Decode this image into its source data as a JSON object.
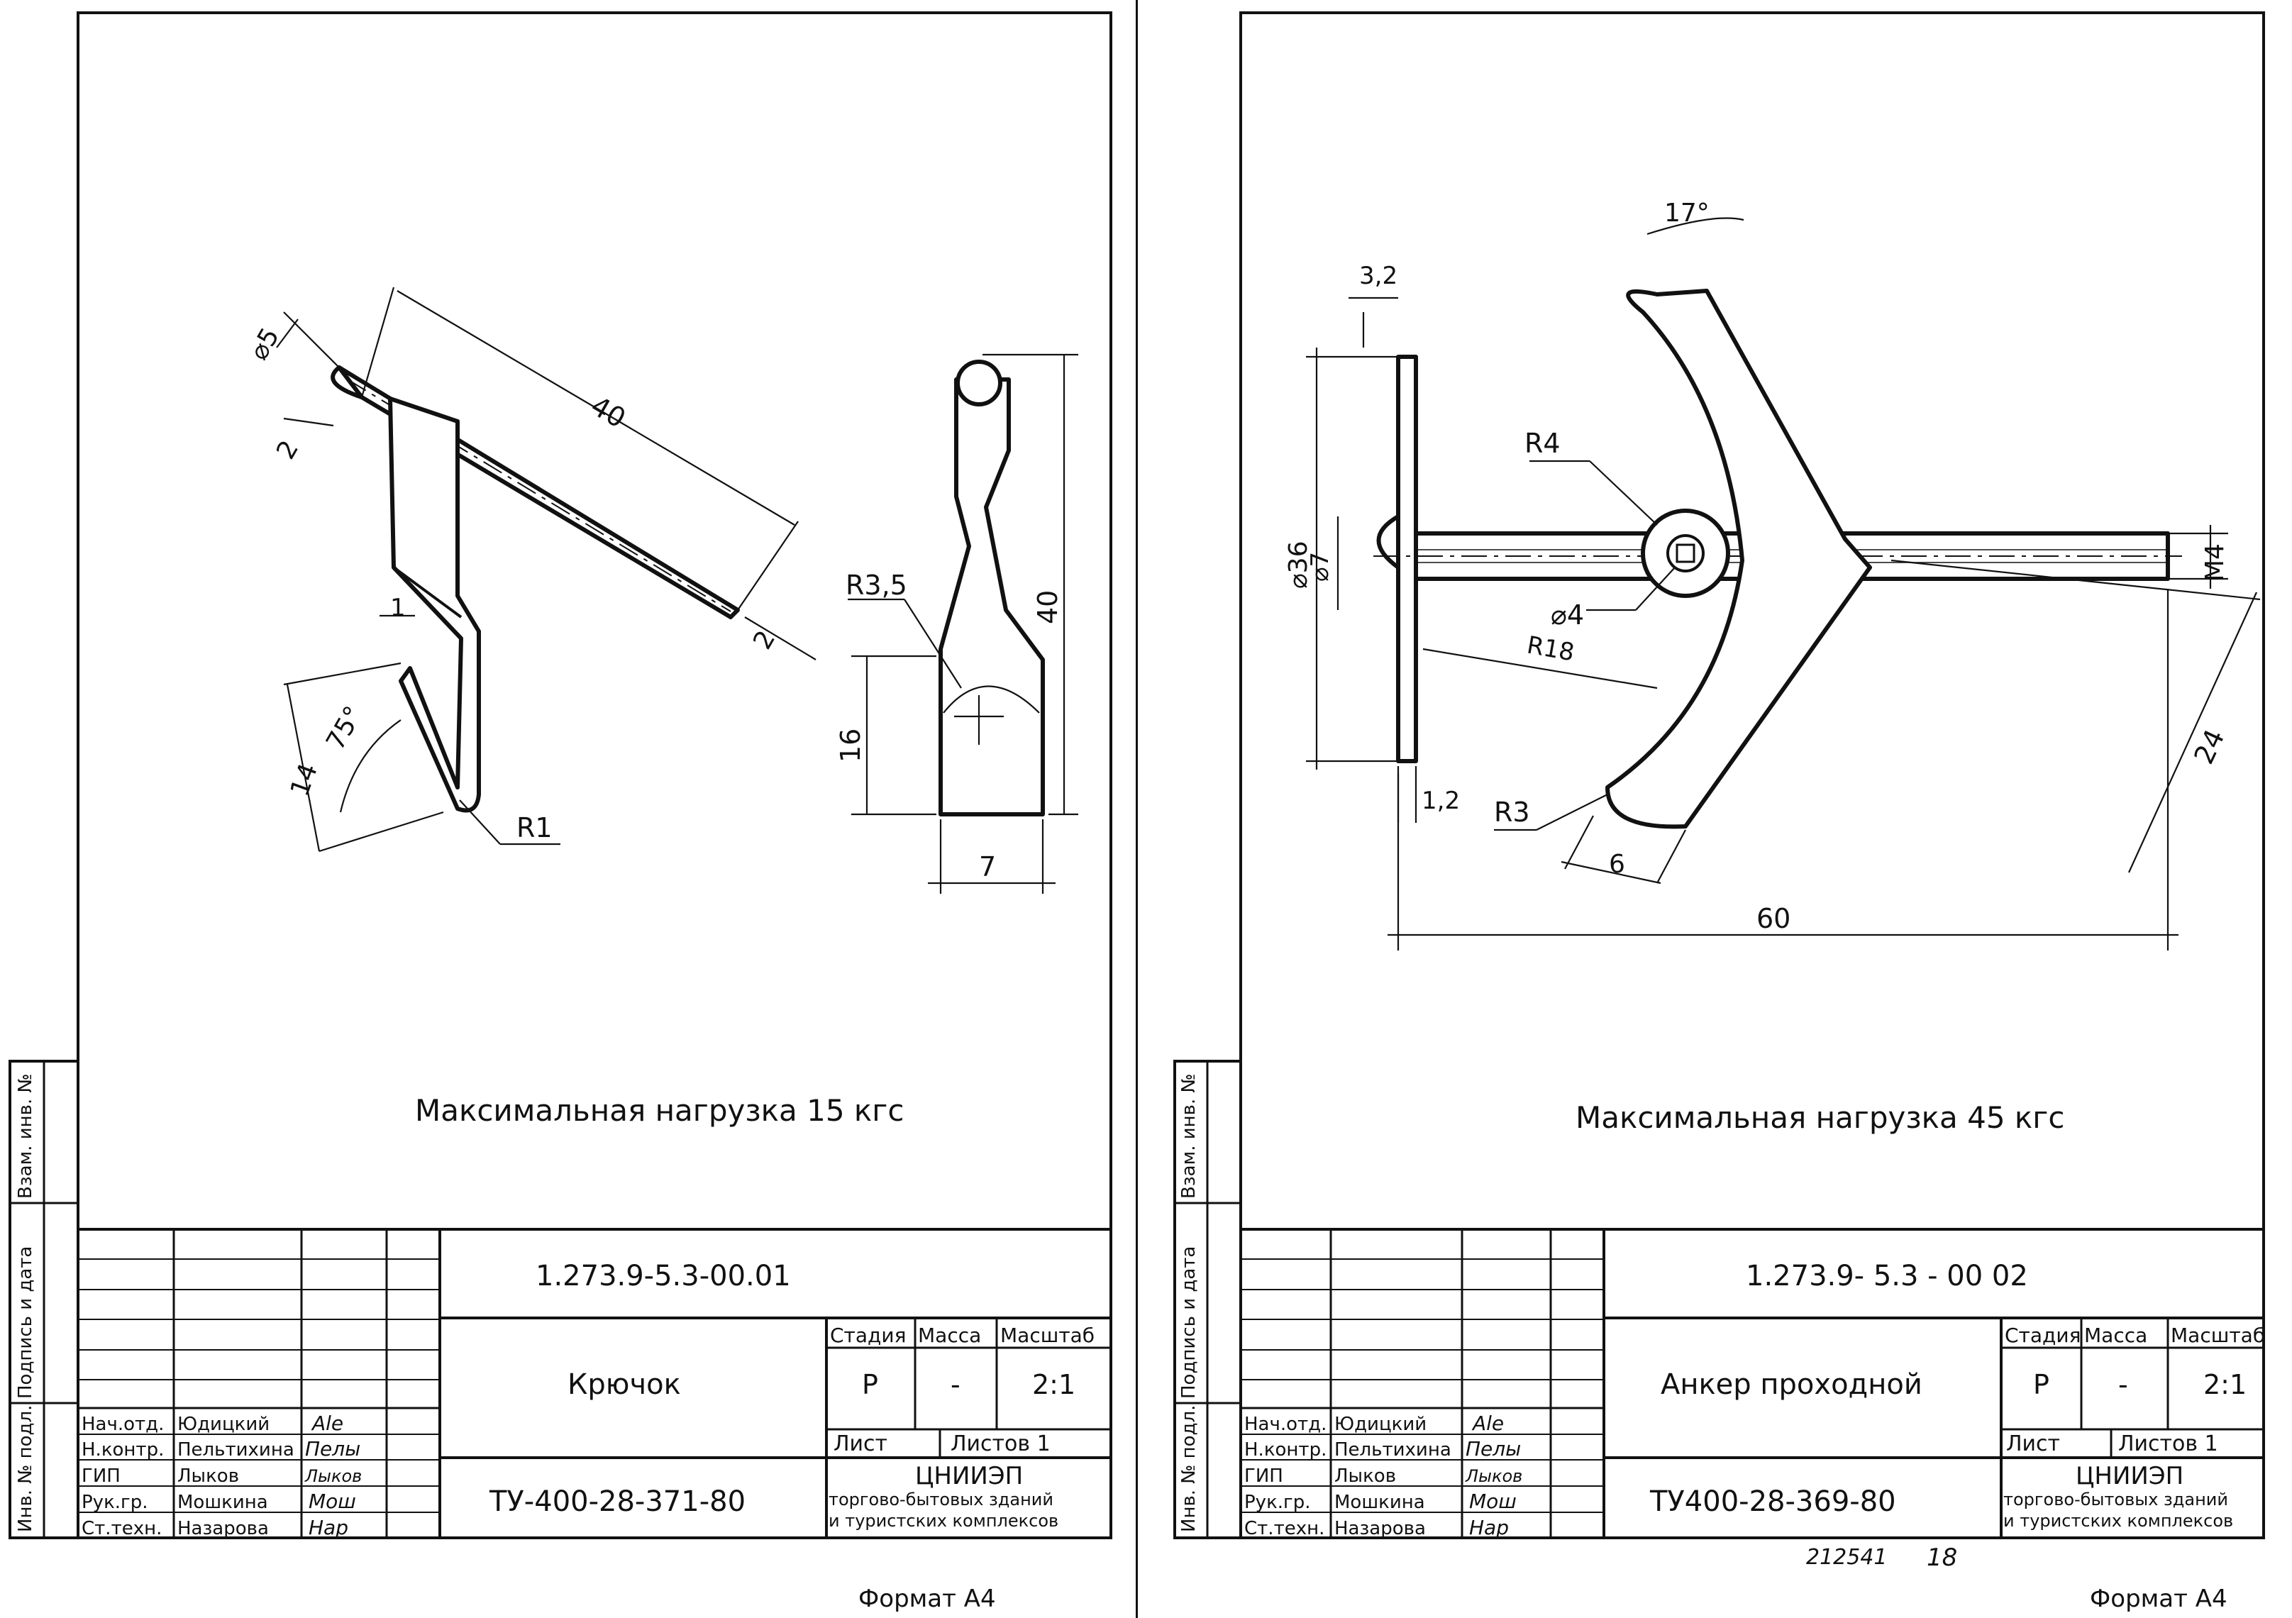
{
  "left": {
    "dimensions": {
      "d5": "⌀5",
      "n2a": "2",
      "n40a": "40",
      "n2b": "2",
      "n1": "1",
      "a75": "75°",
      "n14": "14",
      "r1": "R1",
      "r35": "R3,5",
      "n40b": "40",
      "n16": "16",
      "n7": "7"
    },
    "load_note": "Максимальная нагрузка  15 кгс",
    "doc_code": "1.273.9-5.3-00.01",
    "part_name": "Крючок",
    "headers": {
      "stage": "Стадия",
      "mass": "Масса",
      "scale": "Масштаб"
    },
    "values": {
      "stage": "Р",
      "mass": "-",
      "scale": "2:1"
    },
    "sheet": "Лист",
    "sheets": "Листов 1",
    "org_line1": "ЦНИИЭП",
    "org_line2": "торгово-бытовых зданий",
    "org_line3": "и туристских комплексов",
    "spec": "ТУ-400-28-371-80",
    "roles": [
      "Нач.отд.",
      "Н.контр.",
      "ГИП",
      "Рук.гр.",
      "Ст.техн."
    ],
    "names": [
      "Юдицкий",
      "Пельтихина",
      "Лыков",
      "Мошкина",
      "Назарова"
    ],
    "signatures": [
      "Ale",
      "Пелы",
      "Лыков",
      "Мош",
      "Нар"
    ],
    "side_labels": [
      "Инв. № подл.",
      "Подпись и дата",
      "Взам. инв. №"
    ],
    "format": "Формат А4"
  },
  "right": {
    "dimensions": {
      "n32": "3,2",
      "a17": "17°",
      "r4": "R4",
      "d36": "⌀36",
      "d7": "⌀7",
      "m4": "M4",
      "d4": "⌀4",
      "r18": "R18",
      "n24": "24",
      "n12": "1,2",
      "r3": "R3",
      "n6": "6",
      "n60": "60"
    },
    "load_note": "Максимальная нагрузка 45 кгс",
    "doc_code": "1.273.9- 5.3 - 00 02",
    "part_name": "Анкер проходной",
    "headers": {
      "stage": "Стадия",
      "mass": "Масса",
      "scale": "Масштаб"
    },
    "values": {
      "stage": "Р",
      "mass": "-",
      "scale": "2:1"
    },
    "sheet": "Лист",
    "sheets": "Листов 1",
    "org_line1": "ЦНИИЭП",
    "org_line2": "торгово-бытовых зданий",
    "org_line3": "и туристских комплексов",
    "spec": "ТУ400-28-369-80",
    "roles": [
      "Нач.отд.",
      "Н.контр.",
      "ГИП",
      "Рук.гр.",
      "Ст.техн."
    ],
    "names": [
      "Юдицкий",
      "Пельтихина",
      "Лыков",
      "Мошкина",
      "Назарова"
    ],
    "signatures": [
      "Ale",
      "Пелы",
      "Лыков",
      "Мош",
      "Нар"
    ],
    "side_labels": [
      "Инв. № подл.",
      "Подпись и дата",
      "Взам. инв. №"
    ],
    "stamp_number": "212541",
    "page_number": "18",
    "format": "Формат А4"
  }
}
